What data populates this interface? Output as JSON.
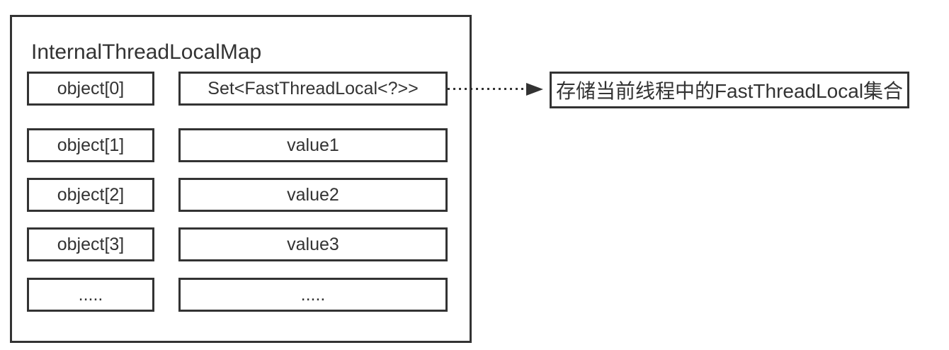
{
  "diagram": {
    "title": "InternalThreadLocalMap",
    "rows": [
      {
        "slot": "object[0]",
        "value": "Set<FastThreadLocal<?>>"
      },
      {
        "slot": "object[1]",
        "value": "value1"
      },
      {
        "slot": "object[2]",
        "value": "value2"
      },
      {
        "slot": "object[3]",
        "value": "value3"
      },
      {
        "slot": ".....",
        "value": "....."
      }
    ],
    "annotation": "存储当前线程中的FastThreadLocal集合",
    "colors": {
      "border": "#333333",
      "text": "#333333",
      "background": "#ffffff"
    }
  }
}
